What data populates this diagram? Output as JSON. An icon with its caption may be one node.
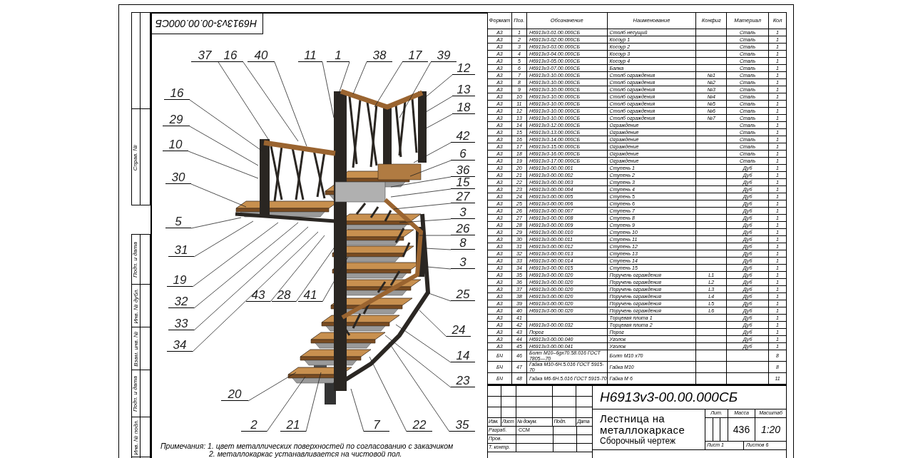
{
  "diagram": {
    "nodes": [
      {
        "text": [
          "37"
        ]
      },
      {
        "text": [
          "16"
        ]
      },
      {
        "text": [
          "40"
        ]
      },
      {
        "text": [
          "11"
        ]
      },
      {
        "text": [
          "1"
        ]
      },
      {
        "text": [
          "38"
        ]
      },
      {
        "text": [
          "17"
        ]
      },
      {
        "text": [
          "39"
        ]
      },
      {
        "text": [
          "12"
        ]
      },
      {
        "text": [
          "16"
        ]
      },
      {
        "text": [
          "13"
        ]
      },
      {
        "text": [
          "29"
        ]
      },
      {
        "text": [
          "18"
        ]
      },
      {
        "text": [
          "10"
        ]
      },
      {
        "text": [
          "42"
        ]
      },
      {
        "text": [
          "6"
        ]
      },
      {
        "text": [
          "36"
        ]
      },
      {
        "text": [
          "15"
        ]
      },
      {
        "text": [
          "30"
        ]
      },
      {
        "text": [
          "27"
        ]
      },
      {
        "text": [
          "3"
        ]
      },
      {
        "text": [
          "5"
        ]
      },
      {
        "text": [
          "26"
        ]
      },
      {
        "text": [
          "8"
        ]
      },
      {
        "text": [
          "31"
        ]
      },
      {
        "text": [
          "3"
        ]
      },
      {
        "text": [
          "19"
        ]
      },
      {
        "text": [
          "25"
        ]
      },
      {
        "text": [
          "43"
        ]
      },
      {
        "text": [
          "28"
        ]
      },
      {
        "text": [
          "41"
        ]
      },
      {
        "text": [
          "32"
        ]
      },
      {
        "text": [
          "33"
        ]
      },
      {
        "text": [
          "24"
        ]
      },
      {
        "text": [
          "34"
        ]
      },
      {
        "text": [
          "14"
        ]
      },
      {
        "text": [
          "23"
        ]
      },
      {
        "text": [
          "20"
        ]
      },
      {
        "text": [
          "2"
        ]
      },
      {
        "text": [
          "21"
        ]
      },
      {
        "text": [
          "7"
        ]
      },
      {
        "text": [
          "22"
        ]
      },
      {
        "text": [
          "35"
        ]
      }
    ],
    "edges": [
      {
        "from": 0,
        "to": null,
        "arrow": "none"
      },
      {
        "from": 1,
        "to": null,
        "arrow": "none"
      },
      {
        "from": 2,
        "to": null,
        "arrow": "none"
      },
      {
        "from": 3,
        "to": null,
        "arrow": "none"
      },
      {
        "from": 4,
        "to": null,
        "arrow": "none"
      },
      {
        "from": 5,
        "to": null,
        "arrow": "none"
      },
      {
        "from": 6,
        "to": null,
        "arrow": "none"
      },
      {
        "from": 7,
        "to": null,
        "arrow": "none"
      },
      {
        "from": 8,
        "to": null,
        "arrow": "none"
      },
      {
        "from": 9,
        "to": null,
        "arrow": "none"
      },
      {
        "from": 10,
        "to": null,
        "arrow": "none"
      },
      {
        "from": 11,
        "to": null,
        "arrow": "none"
      },
      {
        "from": 12,
        "to": null,
        "arrow": "none"
      },
      {
        "from": 13,
        "to": null,
        "arrow": "none"
      },
      {
        "from": 14,
        "to": null,
        "arrow": "none"
      },
      {
        "from": 15,
        "to": null,
        "arrow": "none"
      },
      {
        "from": 16,
        "to": null,
        "arrow": "none"
      },
      {
        "from": 17,
        "to": null,
        "arrow": "none"
      },
      {
        "from": 18,
        "to": null,
        "arrow": "none"
      },
      {
        "from": 19,
        "to": null,
        "arrow": "none"
      },
      {
        "from": 20,
        "to": null,
        "arrow": "none"
      },
      {
        "from": 21,
        "to": null,
        "arrow": "none"
      },
      {
        "from": 22,
        "to": null,
        "arrow": "none"
      },
      {
        "from": 23,
        "to": null,
        "arrow": "none"
      },
      {
        "from": 24,
        "to": null,
        "arrow": "none"
      },
      {
        "from": 25,
        "to": null,
        "arrow": "none"
      },
      {
        "from": 26,
        "to": null,
        "arrow": "none"
      },
      {
        "from": 27,
        "to": null,
        "arrow": "none"
      },
      {
        "from": 28,
        "to": null,
        "arrow": "none"
      },
      {
        "from": 29,
        "to": null,
        "arrow": "none"
      },
      {
        "from": 30,
        "to": null,
        "arrow": "none"
      },
      {
        "from": 31,
        "to": null,
        "arrow": "none"
      },
      {
        "from": 32,
        "to": null,
        "arrow": "none"
      },
      {
        "from": 33,
        "to": null,
        "arrow": "none"
      },
      {
        "from": 34,
        "to": null,
        "arrow": "none"
      },
      {
        "from": 35,
        "to": null,
        "arrow": "none"
      },
      {
        "from": 36,
        "to": null,
        "arrow": "none"
      },
      {
        "from": 37,
        "to": null,
        "arrow": "none"
      },
      {
        "from": 38,
        "to": null,
        "arrow": "none"
      },
      {
        "from": 39,
        "to": null,
        "arrow": "none"
      },
      {
        "from": 40,
        "to": null,
        "arrow": "none"
      },
      {
        "from": 41,
        "to": null,
        "arrow": "none"
      },
      {
        "from": 42,
        "to": null,
        "arrow": "none"
      }
    ],
    "labels": [
      "Н6913v3-00.00.000СБ",
      "Справ. №",
      "Подп. и дата",
      "Инв. № дубл.",
      "Взам. инв. №",
      "Подп. и дата",
      "Инв. № подл.",
      "Формат",
      "Поз.",
      "Обозначение",
      "Наименование",
      "Конфиг",
      "Материал",
      "Кол",
      "А3",
      "1",
      "Н6913v3-01.00.000СБ",
      "Столб несущий",
      "Сталь",
      "1",
      "А3",
      "2",
      "Н6913v3-02.00.000СБ",
      "Косоур 1",
      "Сталь",
      "1",
      "А3",
      "3",
      "Н6913v3-03.00.000СБ",
      "Косоур 2",
      "Сталь",
      "1",
      "А3",
      "4",
      "Н6913v3-04.00.000СБ",
      "Косоур 3",
      "Сталь",
      "1",
      "А3",
      "5",
      "Н6913v3-05.00.000СБ",
      "Косоур 4",
      "Сталь",
      "1",
      "А3",
      "6",
      "Н6913v3-07.00.000СБ",
      "Балка",
      "Сталь",
      "1",
      "А3",
      "7",
      "Н6913v3-10.00.000СБ",
      "Столб ограждения",
      "№1",
      "Сталь",
      "1",
      "А3",
      "8",
      "Н6913v3-10.00.000СБ",
      "Столб ограждения",
      "№2",
      "Сталь",
      "1",
      "А3",
      "9",
      "Н6913v3-10.00.000СБ",
      "Столб ограждения",
      "№3",
      "Сталь",
      "1",
      "А3",
      "10",
      "Н6913v3-10.00.000СБ",
      "Столб ограждения",
      "№4",
      "Сталь",
      "1",
      "А3",
      "11",
      "Н6913v3-10.00.000СБ",
      "Столб ограждения",
      "№5",
      "Сталь",
      "1",
      "А3",
      "12",
      "Н6913v3-10.00.000СБ",
      "Столб ограждения",
      "№6",
      "Сталь",
      "1",
      "А3",
      "13",
      "Н6913v3-10.00.000СБ",
      "Столб ограждения",
      "№7",
      "Сталь",
      "1",
      "А3",
      "14",
      "Н6913v3-12.00.000СБ",
      "Ограждение",
      "Сталь",
      "1",
      "А3",
      "15",
      "Н6913v3-13.00.000СБ",
      "Ограждение",
      "Сталь",
      "1",
      "А3",
      "16",
      "Н6913v3-14.00.000СБ",
      "Ограждение",
      "Сталь",
      "1",
      "А3",
      "17",
      "Н6913v3-15.00.000СБ",
      "Ограждение",
      "Сталь",
      "1",
      "А3",
      "18",
      "Н6913v3-16.00.000СБ",
      "Ограждение",
      "Сталь",
      "1",
      "А3",
      "19",
      "Н6913v3-17.00.000СБ",
      "Ограждение",
      "Сталь",
      "1",
      "А3",
      "20",
      "Н6913v3-00.00.001",
      "Ступень 1",
      "Дуб",
      "1",
      "А3",
      "21",
      "Н6913v3-00.00.002",
      "Ступень 2",
      "Дуб",
      "1",
      "А3",
      "22",
      "Н6913v3-00.00.003",
      "Ступень 3",
      "Дуб",
      "1",
      "А3",
      "23",
      "Н6913v3-00.00.004",
      "Ступень 4",
      "Дуб",
      "1",
      "А3",
      "24",
      "Н6913v3-00.00.005",
      "Ступень 5",
      "Дуб",
      "1",
      "А3",
      "25",
      "Н6913v3-00.00.006",
      "Ступень 6",
      "Дуб",
      "1",
      "А3",
      "26",
      "Н6913v3-00.00.007",
      "Ступень 7",
      "Дуб",
      "1",
      "А3",
      "27",
      "Н6913v3-00.00.008",
      "Ступень 8",
      "Дуб",
      "1",
      "А3",
      "28",
      "Н6913v3-00.00.009",
      "Ступень 9",
      "Дуб",
      "1",
      "А3",
      "29",
      "Н6913v3-00.00.010",
      "Ступень 10",
      "Дуб",
      "1",
      "А3",
      "30",
      "Н6913v3-00.00.011",
      "Ступень 11",
      "Дуб",
      "1",
      "А3",
      "31",
      "Н6913v3-00.00.012",
      "Ступень 12",
      "Дуб",
      "1",
      "А3",
      "32",
      "Н6913v3-00.00.013",
      "Ступень 13",
      "Дуб",
      "1",
      "А3",
      "33",
      "Н6913v3-00.00.014",
      "Ступень 14",
      "Дуб",
      "1",
      "А3",
      "34",
      "Н6913v3-00.00.015",
      "Ступень 15",
      "Дуб",
      "1",
      "А3",
      "35",
      "Н6913v3-00.00.020",
      "Поручень ограждения",
      "L1",
      "Дуб",
      "1",
      "А3",
      "36",
      "Н6913v3-00.00.020",
      "Поручень ограждения",
      "L2",
      "Дуб",
      "1",
      "А3",
      "37",
      "Н6913v3-00.00.020",
      "Поручень ограждения",
      "L3",
      "Дуб",
      "1",
      "А3",
      "38",
      "Н6913v3-00.00.020",
      "Поручень ограждения",
      "L4",
      "Дуб",
      "1",
      "А3",
      "39",
      "Н6913v3-00.00.020",
      "Поручень ограждения",
      "L5",
      "Дуб",
      "1",
      "А3",
      "40",
      "Н6913v3-00.00.020",
      "Поручень ограждения",
      "L6",
      "Дуб",
      "1",
      "А3",
      "41",
      "Торцевая плита 1",
      "Дуб",
      "1",
      "А3",
      "42",
      "Н6913v3-00.00.032",
      "Торцевая плита 2",
      "Дуб",
      "1",
      "А3",
      "43",
      "Порог",
      "Порог",
      "Дуб",
      "1",
      "А3",
      "44",
      "Н6913v3-00.00.040",
      "Уголок",
      "Дуб",
      "1",
      "А3",
      "45",
      "Н6913v3-00.00.041",
      "Уголок",
      "Дуб",
      "1",
      "БЧ",
      "46",
      "Болт М10–6gх70.58.016 ГОСТ 7805—70",
      "Болт М10 х70",
      "8",
      "БЧ",
      "47",
      "Гайка М10-6Н.5.016 ГОСТ 5915-70",
      "Гайка М10",
      "8",
      "БЧ",
      "48",
      "Гайка М6-6Н.5.016 ГОСТ 5915-70",
      "Гайка М 6",
      "11",
      "Изм.",
      "Лист",
      "№ докум.",
      "Подп.",
      "Дата",
      "Разраб.",
      "ССМ",
      "Пров.",
      "Т. контр.",
      "Н6913v3-00.00.000СБ",
      "Лестница на металлокаркасе",
      "Сборочный чертеж",
      "Лит.",
      "Масса",
      "Масштаб",
      "436",
      "1:20",
      "Лист 1",
      "Листов 6",
      "Примечания: 1. цвет металлических поверхностей по согласованию с заказчиком",
      "2. металлокаркас устанавливается на чистовой пол."
    ]
  }
}
